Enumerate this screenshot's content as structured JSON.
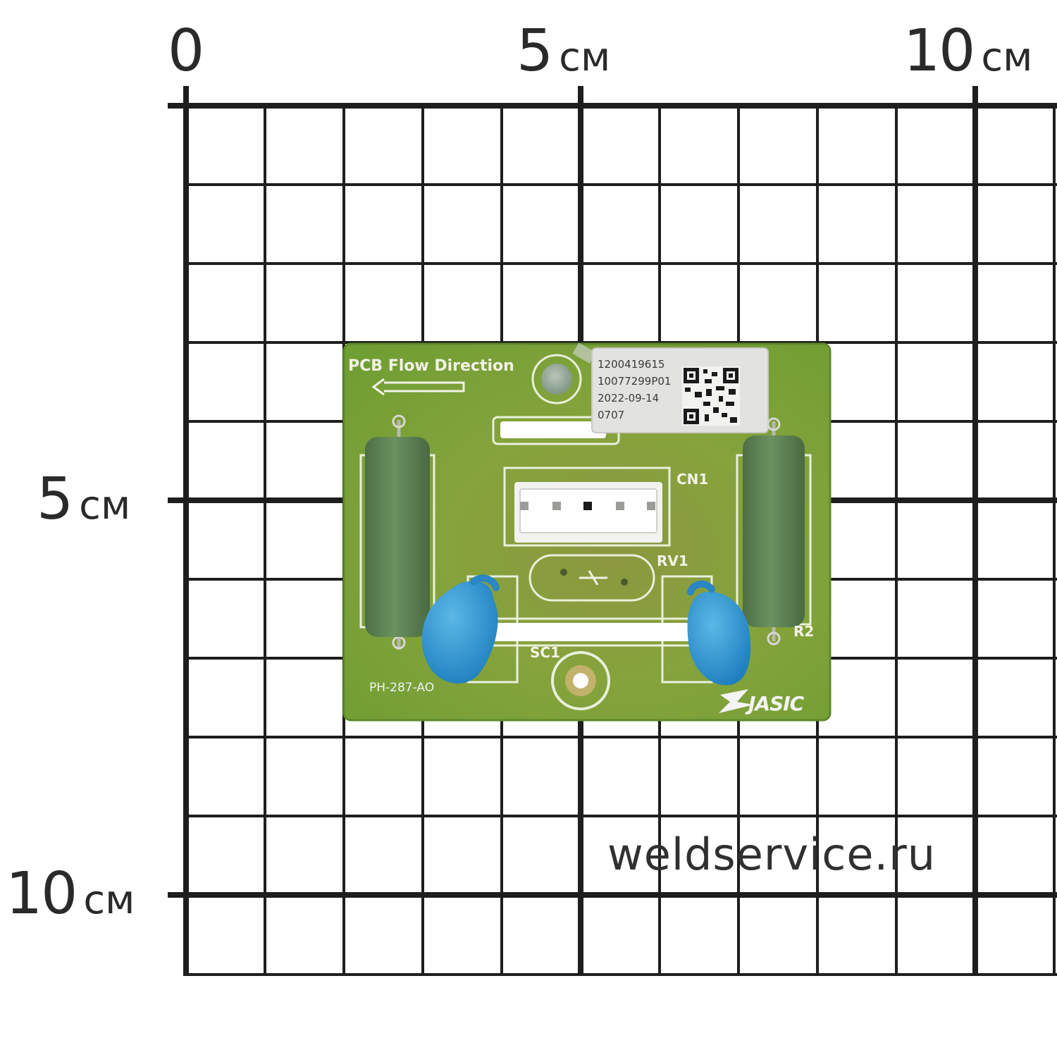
{
  "ruler": {
    "top_labels": [
      {
        "num": "0",
        "unit": ""
      },
      {
        "num": "5",
        "unit": "см"
      },
      {
        "num": "10",
        "unit": "см"
      }
    ],
    "left_labels": [
      {
        "num": "5",
        "unit": "см"
      },
      {
        "num": "10",
        "unit": "см"
      }
    ]
  },
  "board": {
    "flow_text": "PCB Flow Direction",
    "connector_label": "CN1",
    "varistor_label": "RV1",
    "screw_label": "SC1",
    "resistor_label": "R2",
    "part_number": "PH-287-AO",
    "brand_logo": "JASIC",
    "sticker": {
      "line1": "1200419615",
      "line2": "10077299P01",
      "line3": "2022-09-14",
      "line4": "0707"
    }
  },
  "watermark": "weldservice.ru",
  "colors": {
    "grid": "#1e1e1e",
    "board_green": "#7fa83c",
    "resistor": "#5b7f4f",
    "capacitor": "#2f95cf",
    "connector": "#f2f2ef",
    "sticker": "#e2e2e2"
  }
}
